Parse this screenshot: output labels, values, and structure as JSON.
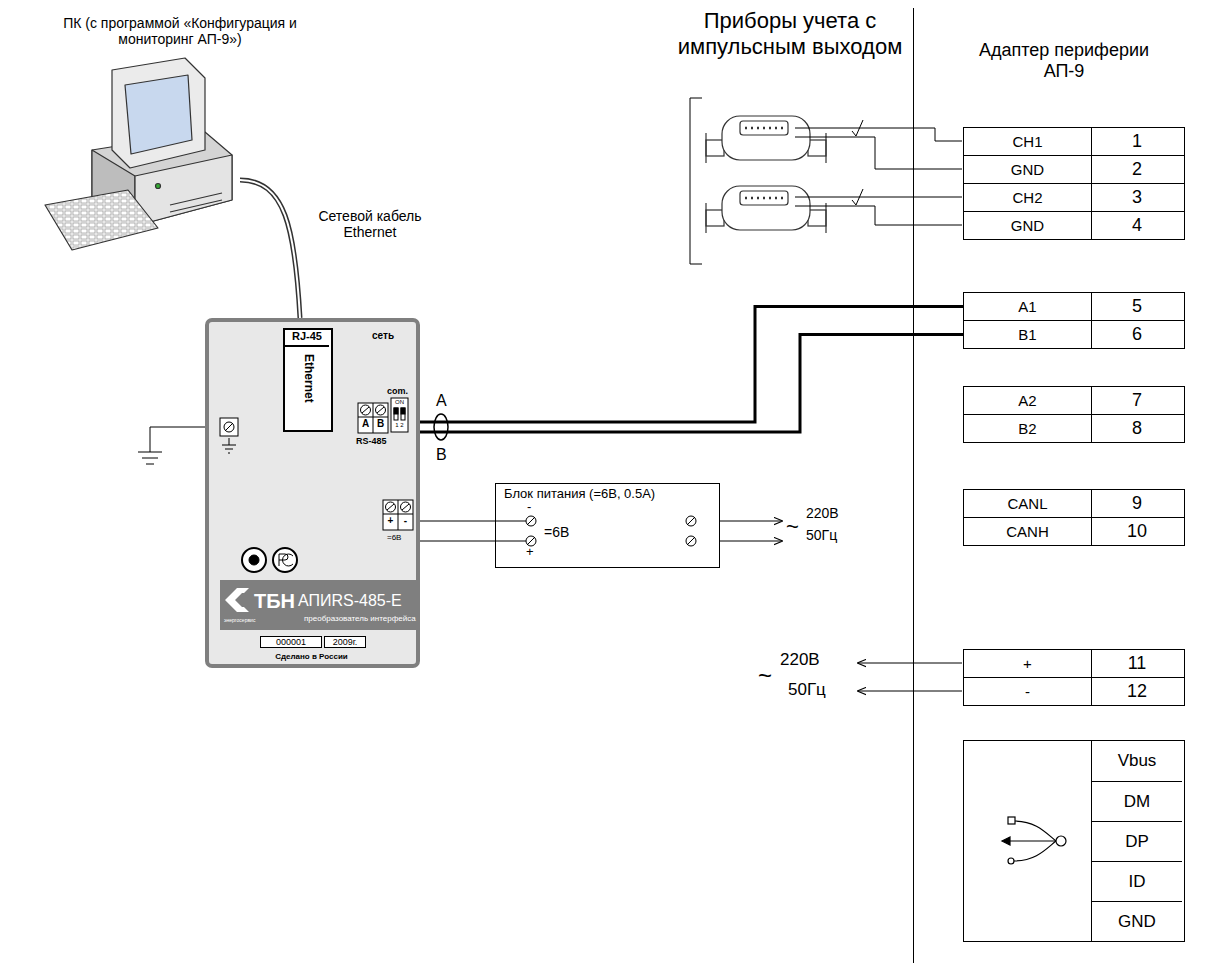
{
  "diagram": {
    "nodes": [
      {
        "text": [
          "ПК (с программой «Конфигурация и мониторинг АП-9»)"
        ]
      },
      {
        "text": [
          "сеть",
          "com.",
          "ON",
          "1 2",
          "A",
          "B",
          "RS-485",
          "+",
          "-",
          "=6В",
          "Сделано в России"
        ]
      },
      {
        "text": [
          "RJ-45",
          "Ethernet"
        ],
        "in": 1
      },
      {
        "text": [
          "ТБН",
          "АПИRS-485-E",
          "энергосервис",
          "преобразователь интерфейса"
        ],
        "in": 1
      },
      {
        "text": [
          "000001",
          "2009г."
        ],
        "in": 1
      },
      {
        "text": [
          "Блок питания (=6В, 0.5А)",
          "-",
          "=6В",
          "+"
        ]
      },
      {
        "text": [
          "Адаптер периферии АП-9"
        ]
      },
      {
        "text": [
          "CH1",
          "1"
        ],
        "in": 6
      },
      {
        "text": [
          "GND",
          "2"
        ],
        "in": 6
      },
      {
        "text": [
          "CH2",
          "3"
        ],
        "in": 6
      },
      {
        "text": [
          "GND",
          "4"
        ],
        "in": 6
      },
      {
        "text": [
          "A1",
          "5"
        ],
        "in": 6
      },
      {
        "text": [
          "B1",
          "6"
        ],
        "in": 6
      },
      {
        "text": [
          "A2",
          "7"
        ],
        "in": 6
      },
      {
        "text": [
          "B2",
          "8"
        ],
        "in": 6
      },
      {
        "text": [
          "CANL",
          "9"
        ],
        "in": 6
      },
      {
        "text": [
          "CANH",
          "10"
        ],
        "in": 6
      },
      {
        "text": [
          "+",
          "11"
        ],
        "in": 6
      },
      {
        "text": [
          "-",
          "12"
        ],
        "in": 6
      },
      {
        "text": [
          "Vbus",
          "DM",
          "DP",
          "ID",
          "GND"
        ],
        "in": 6
      }
    ],
    "edges": [
      {
        "from": 0,
        "to": 1,
        "label": "Сетевой кабель Ethernet",
        "arrow": "none"
      },
      {
        "from": 1,
        "to": 11,
        "arrow": "none"
      },
      {
        "from": 1,
        "to": 12,
        "arrow": "none"
      },
      {
        "from": 5,
        "to": 1,
        "arrow": "none"
      },
      {
        "from": 5,
        "to": 1,
        "arrow": "none"
      }
    ],
    "labels": [
      "Приборы учета с импульсным выходом",
      "A",
      "B",
      "~",
      "220В",
      "50Гц",
      "~",
      "220В",
      "50Гц"
    ]
  }
}
